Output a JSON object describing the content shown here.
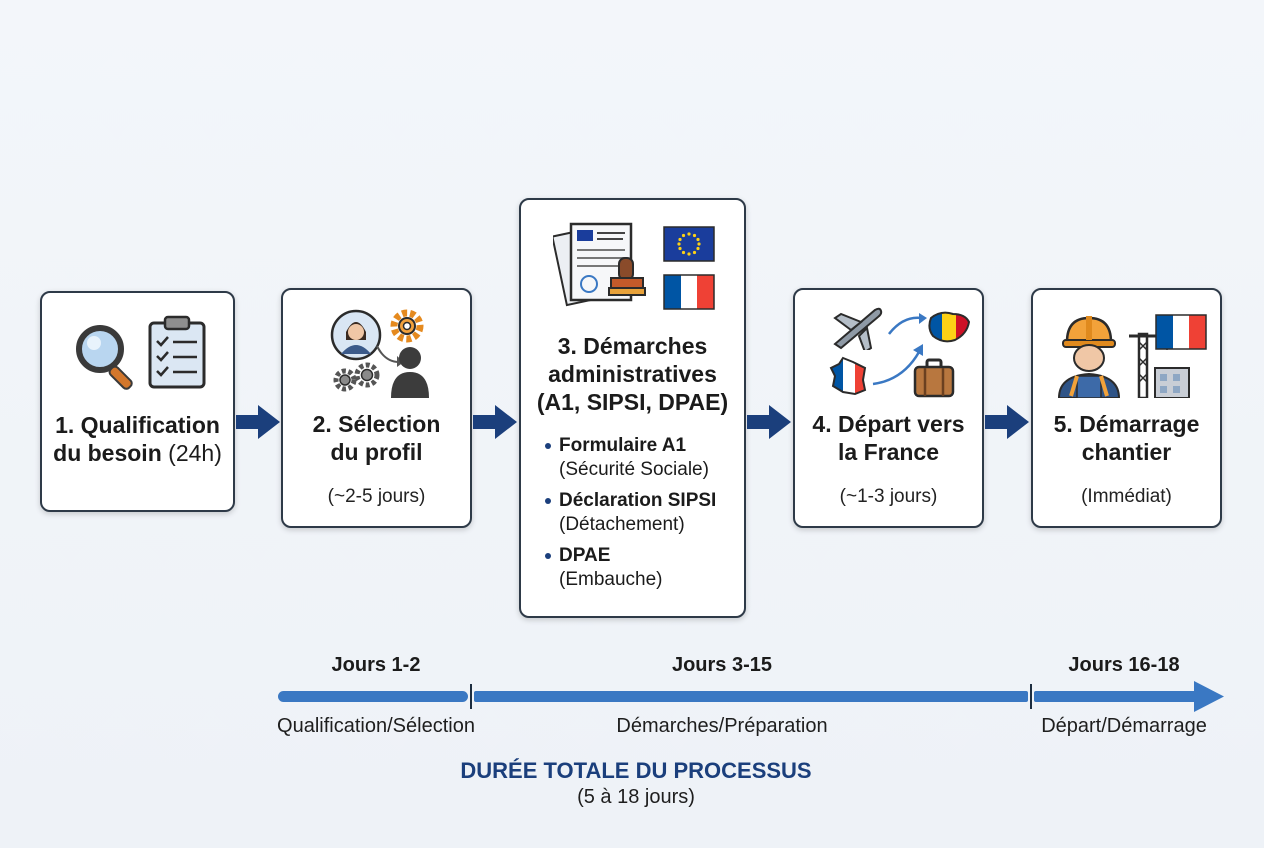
{
  "steps": [
    {
      "num": "1.",
      "title_bold": "Qualification du besoin",
      "title_light": "(24h)",
      "icons": [
        "magnifier-icon",
        "clipboard-checklist-icon"
      ]
    },
    {
      "num": "2.",
      "title": "Sélection du profil",
      "duration": "(~2-5 jours)",
      "icons": [
        "person-avatar-icon",
        "gears-icon",
        "worker-silhouette-icon"
      ]
    },
    {
      "num": "3.",
      "title": "Démarches administratives (A1, SIPSI, DPAE)",
      "title_lines": [
        "3. Démarches",
        "administratives",
        "(A1, SIPSI, DPAE)"
      ],
      "items": [
        {
          "bold": "Formulaire A1",
          "note": "(Sécurité Sociale)"
        },
        {
          "bold": "Déclaration SIPSI",
          "note": "(Détachement)"
        },
        {
          "bold": "DPAE",
          "note": "(Embauche)"
        }
      ],
      "icons": [
        "documents-stamp-icon",
        "eu-flag-icon",
        "france-flag-icon"
      ]
    },
    {
      "num": "4.",
      "title": "Départ vers la France",
      "duration": "(~1-3 jours)",
      "icons": [
        "airplane-icon",
        "romania-map-icon",
        "france-map-icon",
        "suitcase-icon"
      ]
    },
    {
      "num": "5.",
      "title": "Démarrage chantier",
      "duration": "(Immédiat)",
      "icons": [
        "construction-worker-icon",
        "crane-icon",
        "france-flag-icon"
      ]
    }
  ],
  "step1_lines": [
    "1. Qualification",
    "du besoin"
  ],
  "step2_lines": [
    "2. Sélection",
    "du profil"
  ],
  "step4_lines": [
    "4. Départ vers",
    "la France"
  ],
  "step5_lines": [
    "5. Démarrage",
    "chantier"
  ],
  "timeline": {
    "phases": [
      {
        "label": "Jours 1-2",
        "sub": "Qualification/Sélection"
      },
      {
        "label": "Jours 3-15",
        "sub": "Démarches/Préparation"
      },
      {
        "label": "Jours 16-18",
        "sub": "Départ/Démarrage"
      }
    ]
  },
  "total": {
    "title": "DURÉE TOTALE DU PROCESSUS",
    "sub": "(5 à 18 jours)"
  },
  "colors": {
    "accent": "#1b3f7c",
    "timeline": "#3a78c3",
    "france_blue": "#0055a4",
    "france_red": "#ef4135",
    "eu_blue": "#1a3d9c",
    "romania_yellow": "#fcd116"
  }
}
